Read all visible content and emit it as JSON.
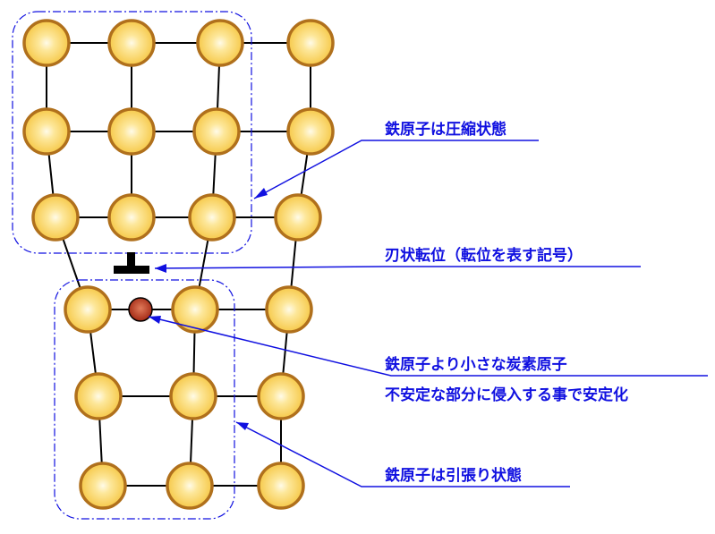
{
  "labels": {
    "compression": "鉄原子は圧縮状態",
    "dislocation": "刃状転位（転位を表す記号）",
    "carbon_line1": "鉄原子より小さな炭素原子",
    "carbon_line2": "不安定な部分に侵入する事で安定化",
    "tension": "鉄原子は引張り状態"
  },
  "colors": {
    "iron_fill": "#f6c94a",
    "iron_stroke": "#b0701c",
    "carbon_fill": "#a8301a",
    "leader": "#1010e0",
    "region_border": "#1010e0",
    "bond": "#000000"
  },
  "icons": {
    "dislocation_symbol": "edge-dislocation-symbol"
  }
}
